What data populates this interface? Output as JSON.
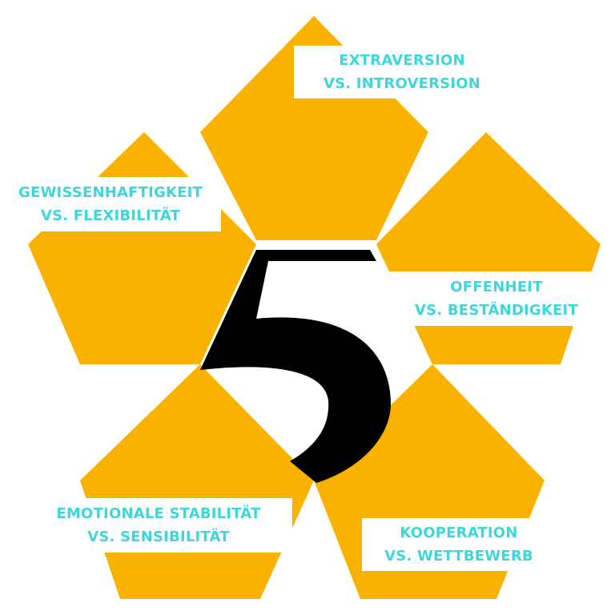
{
  "colors": {
    "petal": "#F9B200",
    "label_text": "#3ED6DC",
    "label_bg": "#FFFFFF",
    "numeral": "#000000"
  },
  "numeral": "5",
  "traits": [
    {
      "line1": "EXTRAVERSION",
      "line2": "VS. INTROVERSION"
    },
    {
      "line1": "GEWISSENHAFTIGKEIT",
      "line2": "VS. FLEXIBILITÄT"
    },
    {
      "line1": "OFFENHEIT",
      "line2": "VS. BESTÄNDIGKEIT"
    },
    {
      "line1": "EMOTIONALE STABILITÄT",
      "line2": "VS. SENSIBILITÄT"
    },
    {
      "line1": "KOOPERATION",
      "line2": "VS. WETTBEWERB"
    }
  ]
}
